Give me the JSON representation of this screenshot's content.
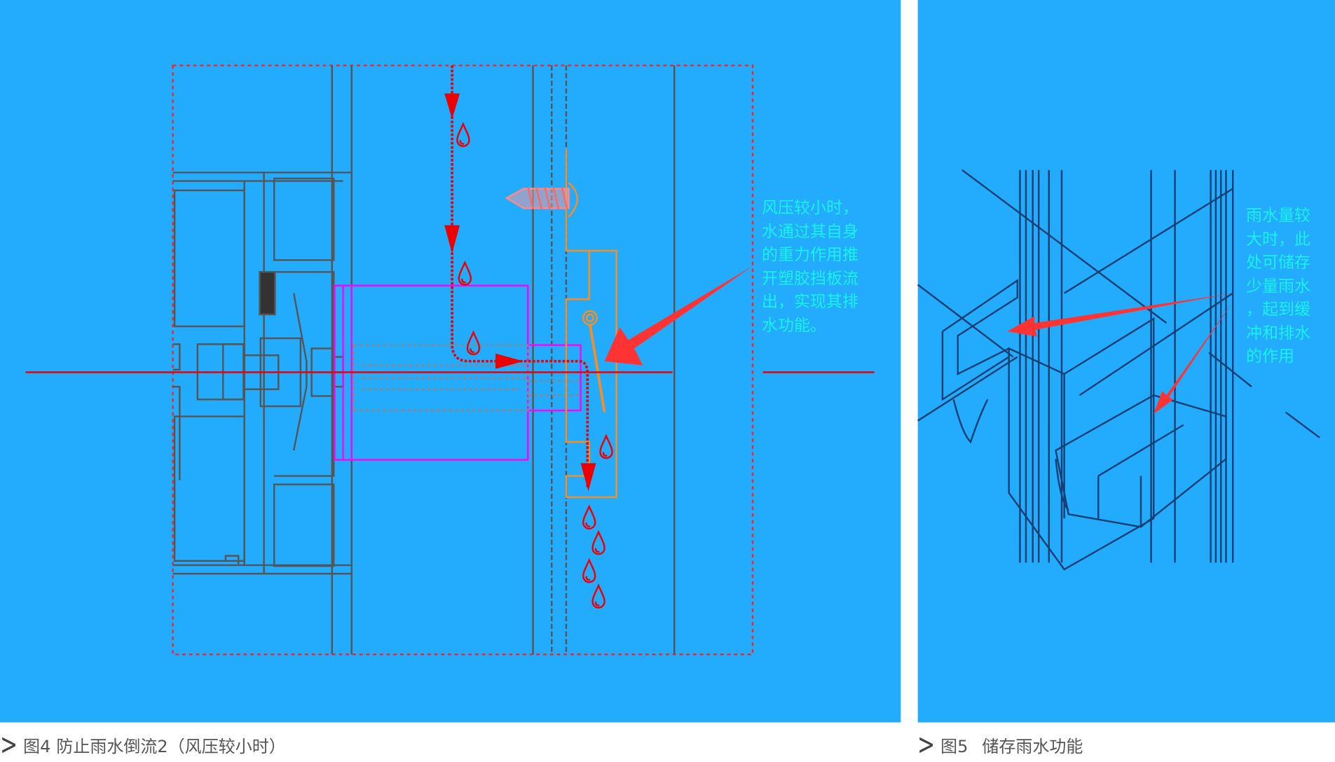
{
  "figure4": {
    "caption_number": "图4",
    "caption_text": "防止雨水倒流2（风压较小时）",
    "annotation": "风压较小时，\n水通过其自身\n的重力作用推\n开塑胶挡板流\n出，实现其排\n水功能。"
  },
  "figure5": {
    "caption_number": "图5",
    "caption_text": "储存雨水功能",
    "annotation": "雨水量较\n大时，此\n处可储存\n少量雨水\n，起到缓\n冲和排水\n的作用"
  },
  "colors": {
    "panel": "#23abfe",
    "annotation": "#19f3f0",
    "water_path": "#ff1a1a",
    "outline": "#555555",
    "bracket": "#ff8c1a",
    "insert": "#ff00ff"
  }
}
